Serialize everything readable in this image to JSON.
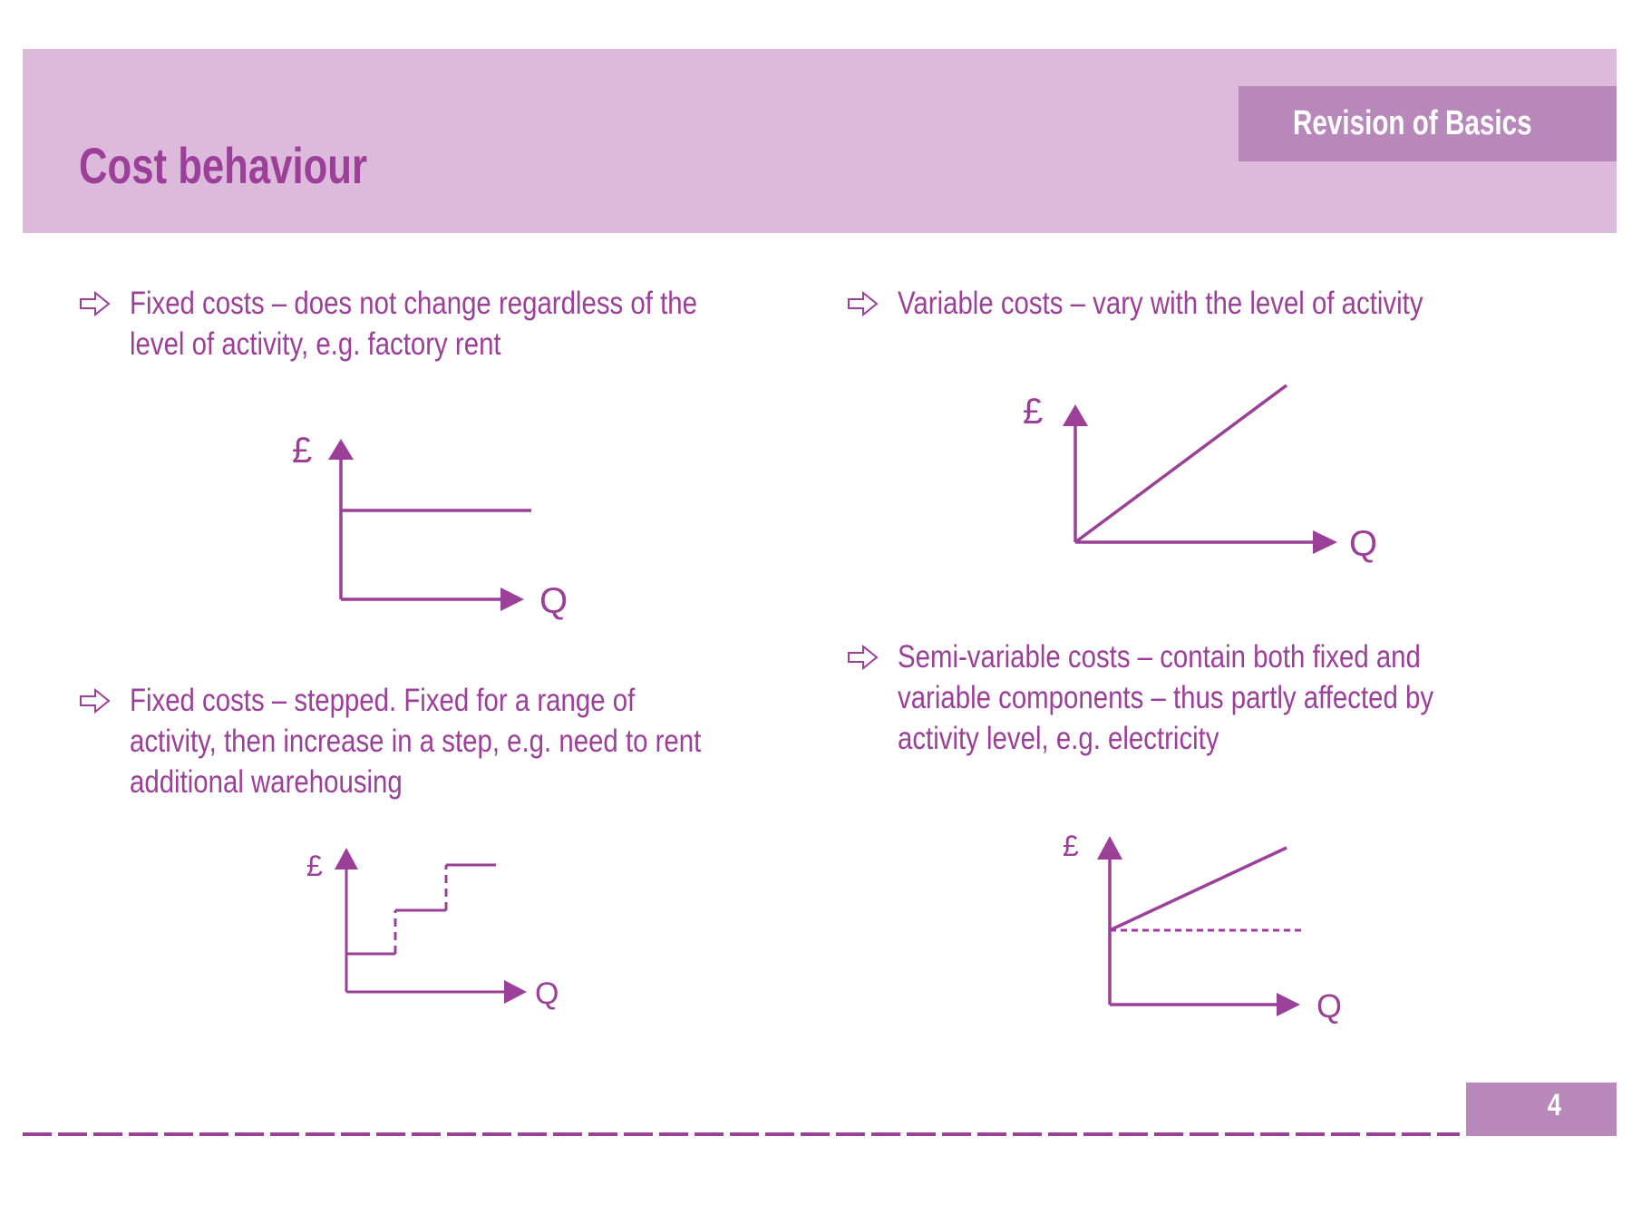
{
  "header": {
    "title": "Cost behaviour",
    "section_tag": "Revision of Basics"
  },
  "bullets": [
    {
      "lines": [
        "Fixed costs – does not change regardless of the",
        "level of activity, e.g. factory rent"
      ]
    },
    {
      "lines": [
        "Variable costs – vary with the level of activity"
      ]
    },
    {
      "lines": [
        "Fixed costs – stepped. Fixed for a range of",
        "activity, then increase in a step, e.g. need to rent",
        "additional warehousing"
      ]
    },
    {
      "lines": [
        "Semi-variable costs – contain both fixed and",
        "variable components – thus partly affected by",
        "activity level, e.g. electricity"
      ]
    }
  ],
  "charts": {
    "fixed": {
      "y_label": "£",
      "x_label": "Q"
    },
    "variable": {
      "y_label": "£",
      "x_label": "Q"
    },
    "stepped": {
      "y_label": "£",
      "x_label": "Q"
    },
    "semi_variable": {
      "y_label": "£",
      "x_label": "Q"
    }
  },
  "footer": {
    "page_number": "4"
  },
  "colors": {
    "accent": "#9b3f98",
    "header_bg": "#ddbadb",
    "tag_bg": "#b988bb"
  }
}
